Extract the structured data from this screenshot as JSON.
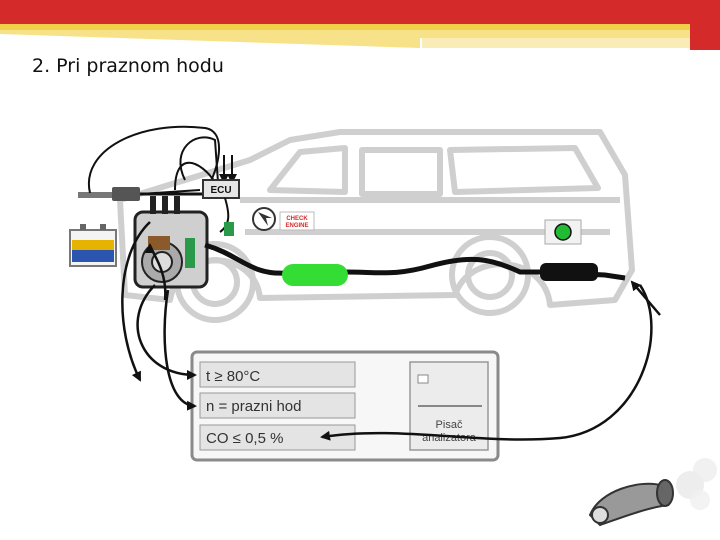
{
  "slide": {
    "title": "2. Pri praznom hodu"
  },
  "diagram": {
    "ecu_label": "ECU",
    "check_engine_label_1": "CHECK",
    "check_engine_label_2": "ENGINE",
    "conditions": [
      {
        "text": "t ≥ 80°C"
      },
      {
        "text": "n = prazni hod"
      },
      {
        "text": "CO ≤ 0,5 %"
      }
    ],
    "printer_label_1": "Pisač",
    "printer_label_2": "analizatora"
  },
  "colors": {
    "banner_red": "#d42a2a",
    "banner_yellow": "#f2cf4b",
    "indicator_green": "#22bb33",
    "catalyst_green": "#33dd33",
    "panel_border": "#8a8a8a",
    "panel_fill": "#eeeeee",
    "car_outline": "#cccccc"
  }
}
